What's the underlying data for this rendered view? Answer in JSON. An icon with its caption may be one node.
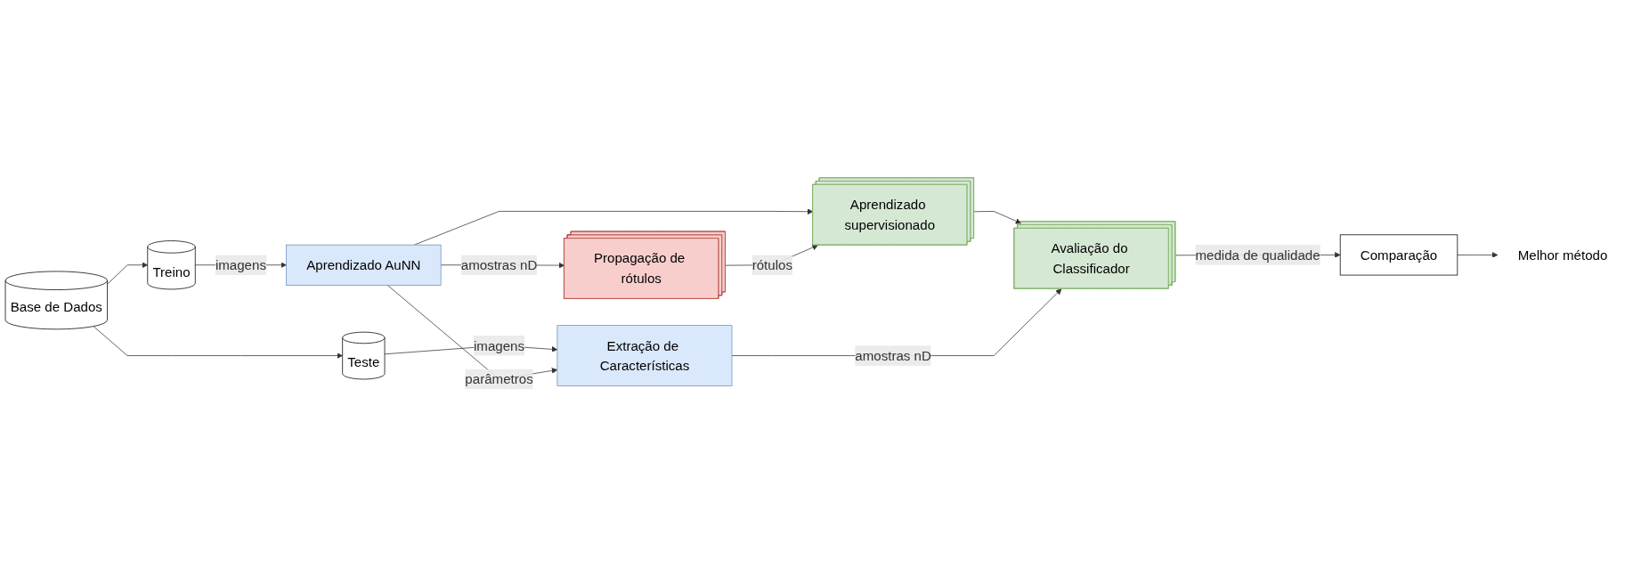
{
  "diagram": {
    "nodes": [
      {
        "text": [
          "Base de Dados"
        ]
      },
      {
        "text": [
          "Treino"
        ]
      },
      {
        "text": [
          "Teste"
        ]
      },
      {
        "text": [
          "Aprendizado AuNN"
        ]
      },
      {
        "text": [
          "Extração de Características"
        ]
      },
      {
        "text": [
          "Propagação de rótulos"
        ]
      },
      {
        "text": [
          "Aprendizado supervisionado"
        ]
      },
      {
        "text": [
          "Avaliação do Classificador"
        ]
      },
      {
        "text": [
          "Comparação"
        ]
      },
      {
        "text": [
          "Melhor método"
        ]
      }
    ],
    "edges": [
      {
        "from": 0,
        "to": 1,
        "arrow": "to"
      },
      {
        "from": 0,
        "to": 2,
        "arrow": "to"
      },
      {
        "from": 1,
        "to": 3,
        "arrow": "to",
        "label": "imagens"
      },
      {
        "from": 2,
        "to": 4,
        "arrow": "to",
        "label": "imagens"
      },
      {
        "from": 3,
        "to": 4,
        "arrow": "to",
        "label": "parâmetros"
      },
      {
        "from": 3,
        "to": 5,
        "arrow": "to",
        "label": "amostras nD"
      },
      {
        "from": 3,
        "to": 6,
        "arrow": "to"
      },
      {
        "from": 5,
        "to": 6,
        "arrow": "to",
        "label": "rótulos"
      },
      {
        "from": 6,
        "to": 7,
        "arrow": "to"
      },
      {
        "from": 4,
        "to": 7,
        "arrow": "to",
        "label": "amostras nD"
      },
      {
        "from": 7,
        "to": 8,
        "arrow": "to",
        "label": "medida de qualidade"
      },
      {
        "from": 8,
        "to": 9,
        "arrow": "to"
      }
    ]
  }
}
